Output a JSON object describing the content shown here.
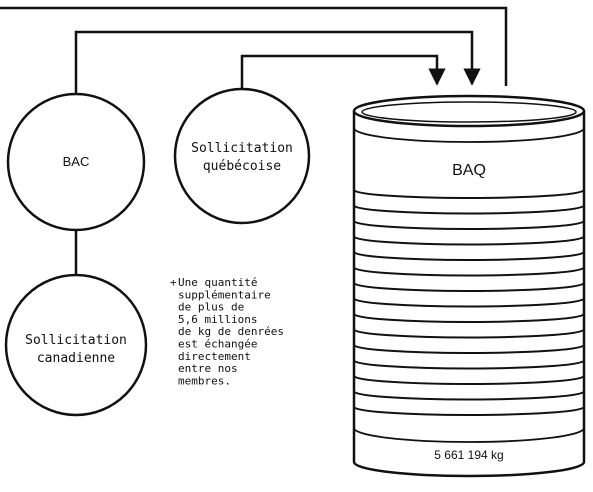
{
  "nodes": {
    "bac": {
      "label": "BAC"
    },
    "sollicitation_quebecoise": {
      "line1": "Sollicitation",
      "line2": "québécoise"
    },
    "sollicitation_canadienne": {
      "line1": "Sollicitation",
      "line2": "canadienne"
    },
    "baq": {
      "label": "BAQ",
      "amount": "5 661 194 kg"
    }
  },
  "note": {
    "bullet": "+",
    "lines": [
      "Une quantité",
      "supplémentaire",
      "de plus de",
      "5,6 millions",
      "de kg de denrées",
      "est échangée",
      "directement",
      "entre nos",
      "membres."
    ]
  },
  "colors": {
    "stroke": "#111111",
    "background": "#ffffff"
  }
}
